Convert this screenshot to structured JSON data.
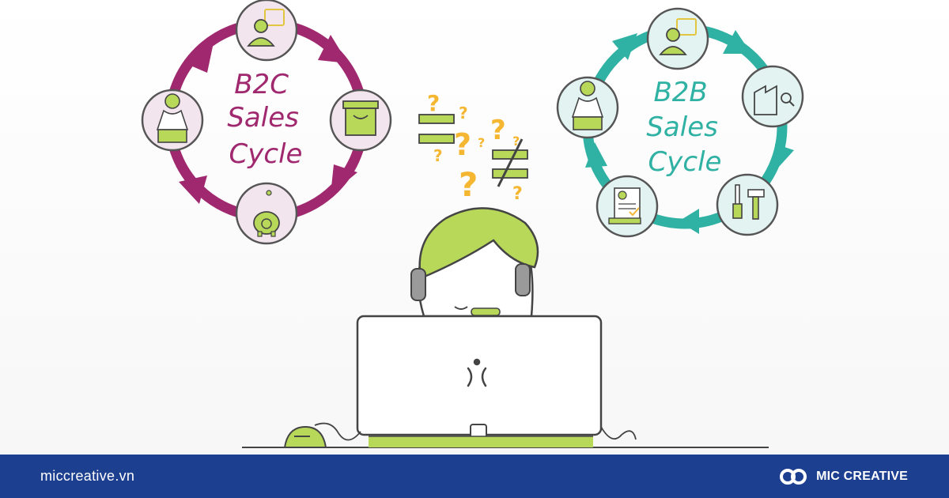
{
  "colors": {
    "b2c": "#a0286e",
    "b2b": "#2fb1a3",
    "lime": "#b8d85a",
    "question": "#f5b731",
    "footer": "#1d3f8f"
  },
  "b2c": {
    "title_line1": "B2C",
    "title_line2": "Sales",
    "title_line3": "Cycle"
  },
  "b2b": {
    "title_line1": "B2B",
    "title_line2": "Sales",
    "title_line3": "Cycle"
  },
  "symbols": {
    "question": "?"
  },
  "icons": [
    "user-chat-icon",
    "box-icon",
    "piggy-bank-icon",
    "support-agent-icon",
    "factory-search-icon",
    "tools-icon",
    "contract-icon"
  ],
  "footer": {
    "url": "miccreative.vn",
    "brand": "MIC CREATIVE"
  }
}
